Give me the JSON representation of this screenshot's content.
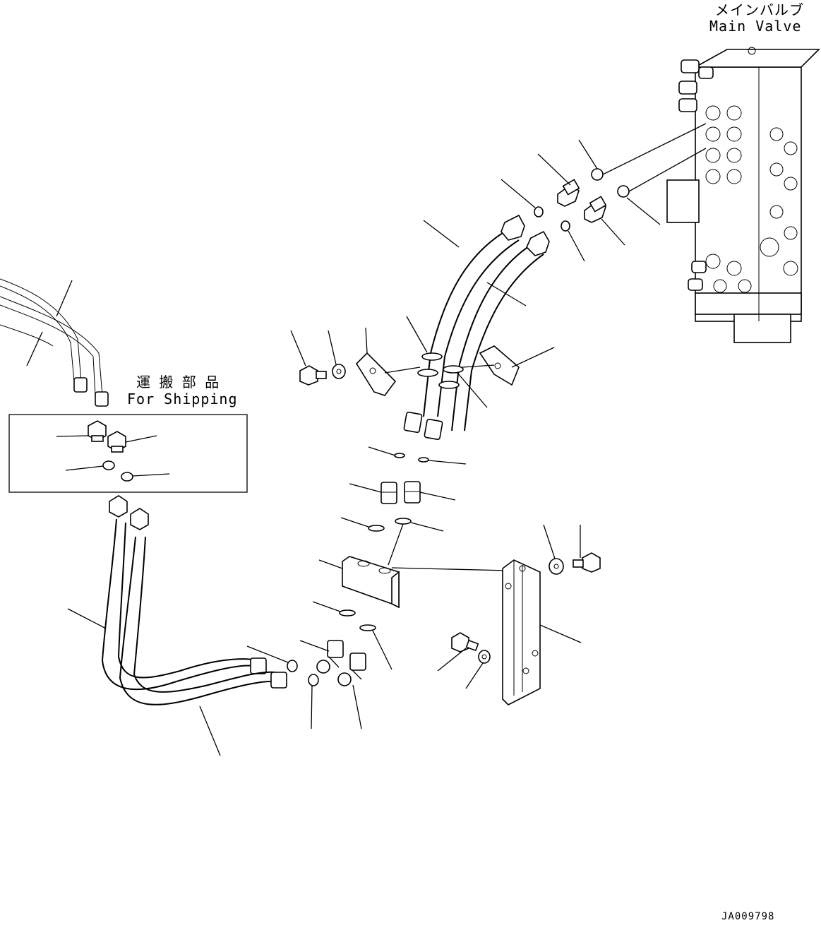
{
  "labels": {
    "main_valve_jp": "メインバルブ",
    "main_valve_en": "Main Valve",
    "shipping_jp": "運 搬 部 品",
    "shipping_en": "For Shipping",
    "drawing_id": "JA009798"
  },
  "icons": {
    "main_valve": "main-valve-block-icon",
    "hose": "hydraulic-hose-icon",
    "o_ring": "o-ring-icon",
    "plug": "hex-plug-icon",
    "bolt": "bolt-icon",
    "washer": "washer-icon",
    "clamp": "clamp-icon",
    "block": "junction-block-icon",
    "bracket": "bracket-icon",
    "elbow": "elbow-fitting-icon",
    "adapter": "adapter-fitting-icon"
  }
}
